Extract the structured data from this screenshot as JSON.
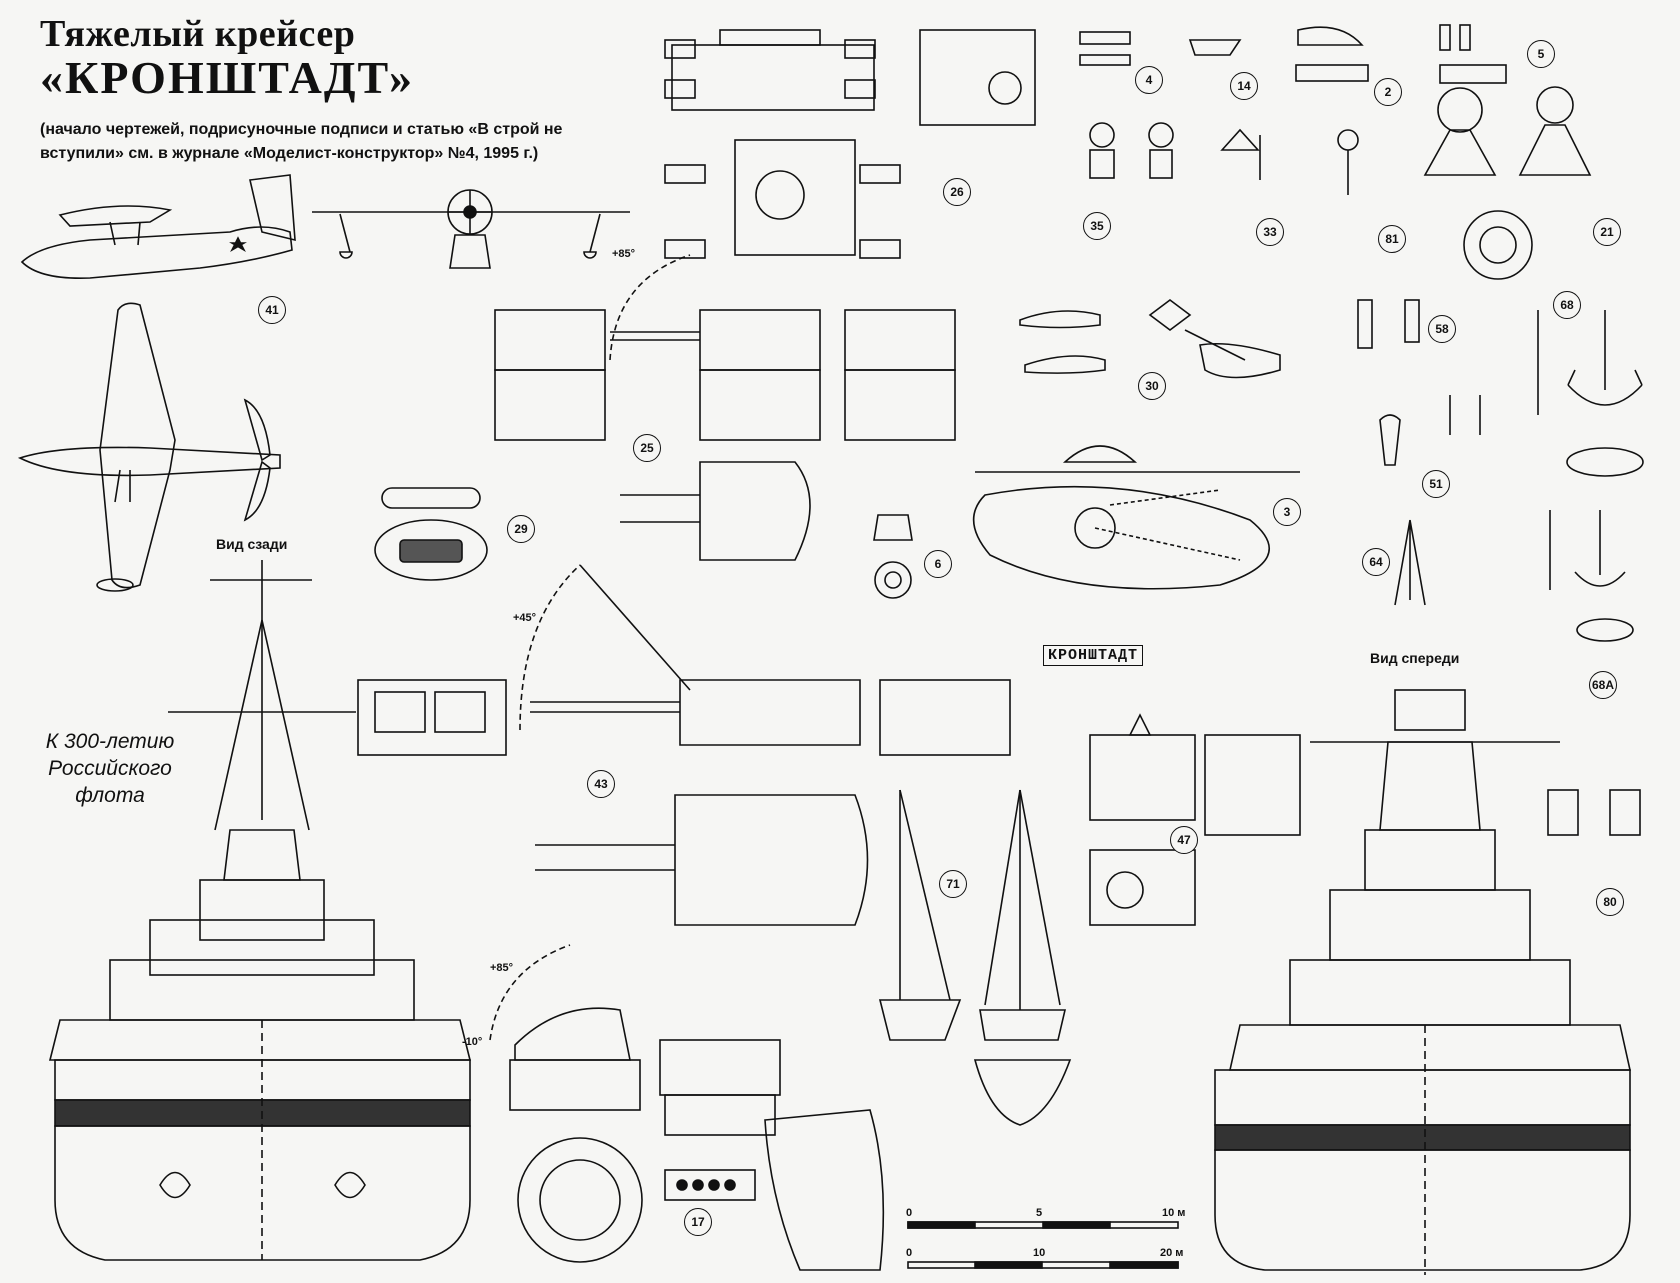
{
  "title": {
    "line1": "Тяжелый крейсер",
    "line2": "«КРОНШТАДТ»"
  },
  "subtitle": "(начало чертежей, подрисуночные подписи и статью «В строй не вступили» см. в журнале «Моделист-конструктор» №4, 1995 г.)",
  "anniversary": "К 300-летию Российского флота",
  "views": {
    "rear": "Вид сзади",
    "front": "Вид спереди"
  },
  "nameplate": "КРОНШТАДТ",
  "angles": {
    "a1": "+85°",
    "a2": "+45°",
    "a3": "+85°",
    "a4": "-10°"
  },
  "scale": {
    "bar1": [
      "0",
      "5",
      "10 м"
    ],
    "bar2": [
      "0",
      "10",
      "20 м"
    ]
  },
  "callouts": [
    "4",
    "14",
    "2",
    "5",
    "35",
    "33",
    "81",
    "21",
    "26",
    "41",
    "25",
    "30",
    "58",
    "68",
    "3",
    "51",
    "29",
    "6",
    "64",
    "68A",
    "43",
    "47",
    "71",
    "80",
    "17"
  ],
  "colors": {
    "ink": "#111111",
    "paper": "#f6f6f4"
  }
}
